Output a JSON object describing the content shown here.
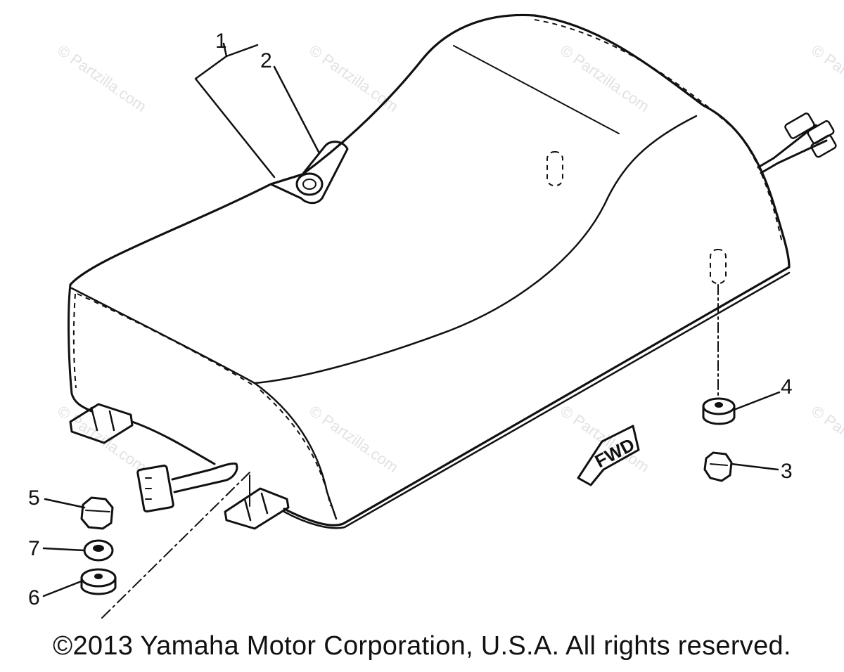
{
  "diagram": {
    "callouts": [
      "1",
      "2",
      "3",
      "4",
      "5",
      "6",
      "7"
    ],
    "fwd_label": "FWD",
    "watermark": "© Partzilla.com"
  },
  "footer": {
    "copyright": "©2013 Yamaha Motor Corporation, U.S.A. All rights reserved."
  }
}
